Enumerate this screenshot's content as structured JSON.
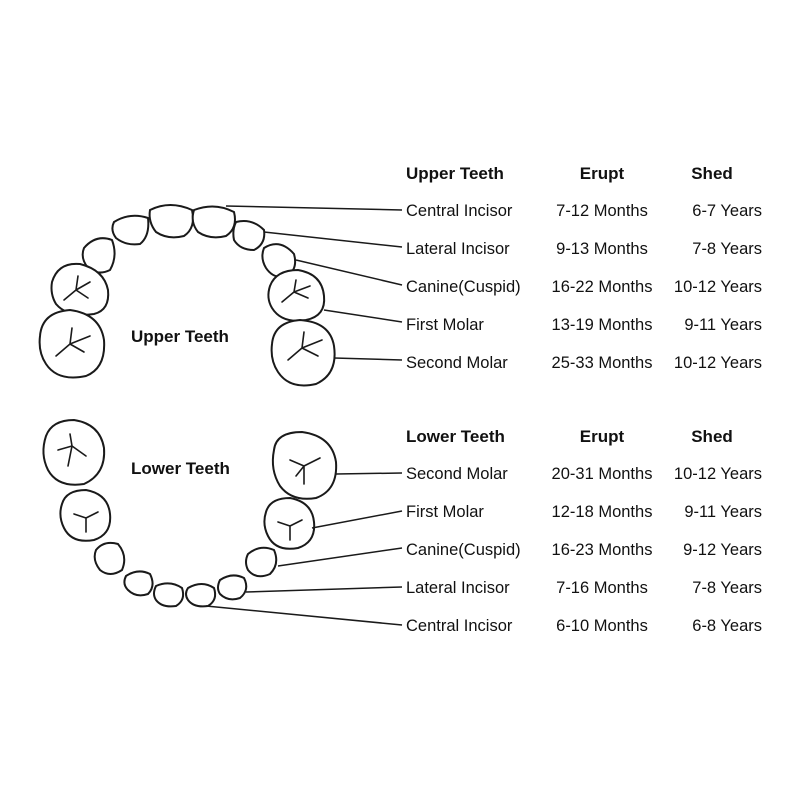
{
  "arch_labels": {
    "upper": "Upper Teeth",
    "lower": "Lower Teeth"
  },
  "upper_table": {
    "header": {
      "name": "Upper Teeth",
      "erupt": "Erupt",
      "shed": "Shed"
    },
    "rows": [
      {
        "name": "Central Incisor",
        "erupt": "7-12 Months",
        "shed": "6-7 Years"
      },
      {
        "name": "Lateral Incisor",
        "erupt": "9-13 Months",
        "shed": "7-8 Years"
      },
      {
        "name": "Canine(Cuspid)",
        "erupt": "16-22 Months",
        "shed": "10-12 Years"
      },
      {
        "name": "First Molar",
        "erupt": "13-19 Months",
        "shed": "9-11 Years"
      },
      {
        "name": "Second Molar",
        "erupt": "25-33 Months",
        "shed": "10-12 Years"
      }
    ]
  },
  "lower_table": {
    "header": {
      "name": "Lower Teeth",
      "erupt": "Erupt",
      "shed": "Shed"
    },
    "rows": [
      {
        "name": "Second Molar",
        "erupt": "20-31 Months",
        "shed": "10-12 Years"
      },
      {
        "name": "First Molar",
        "erupt": "12-18 Months",
        "shed": "9-11 Years"
      },
      {
        "name": "Canine(Cuspid)",
        "erupt": "16-23 Months",
        "shed": "9-12 Years"
      },
      {
        "name": "Lateral Incisor",
        "erupt": "7-16 Months",
        "shed": "7-8 Years"
      },
      {
        "name": "Central Incisor",
        "erupt": "6-10 Months",
        "shed": "6-8 Years"
      }
    ]
  }
}
